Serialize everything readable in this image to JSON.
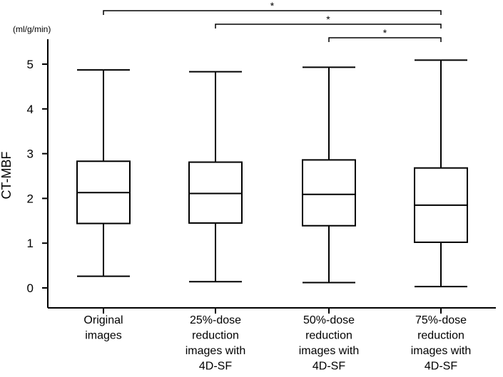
{
  "chart_data": {
    "type": "box",
    "unit_label": "(ml/g/min)",
    "ylabel": "CT-MBF",
    "xlabel": "",
    "ylim": [
      -0.3,
      5.55
    ],
    "yticks": [
      0,
      1,
      2,
      3,
      4,
      5
    ],
    "grid": false,
    "categories": [
      [
        "Original",
        "images"
      ],
      [
        "25%-dose",
        "reduction",
        "images with",
        "4D-SF"
      ],
      [
        "50%-dose",
        "reduction",
        "images with",
        "4D-SF"
      ],
      [
        "75%-dose",
        "reduction",
        "images with",
        "4D-SF"
      ]
    ],
    "boxes": [
      {
        "min": 0.26,
        "q1": 1.44,
        "median": 2.13,
        "q3": 2.83,
        "max": 4.87
      },
      {
        "min": 0.14,
        "q1": 1.45,
        "median": 2.11,
        "q3": 2.81,
        "max": 4.83
      },
      {
        "min": 0.12,
        "q1": 1.39,
        "median": 2.09,
        "q3": 2.86,
        "max": 4.93
      },
      {
        "min": 0.03,
        "q1": 1.02,
        "median": 1.85,
        "q3": 2.68,
        "max": 5.09
      }
    ],
    "significance": [
      {
        "from": 0,
        "to": 3,
        "label": "*"
      },
      {
        "from": 1,
        "to": 3,
        "label": "*"
      },
      {
        "from": 2,
        "to": 3,
        "label": "*"
      }
    ]
  }
}
